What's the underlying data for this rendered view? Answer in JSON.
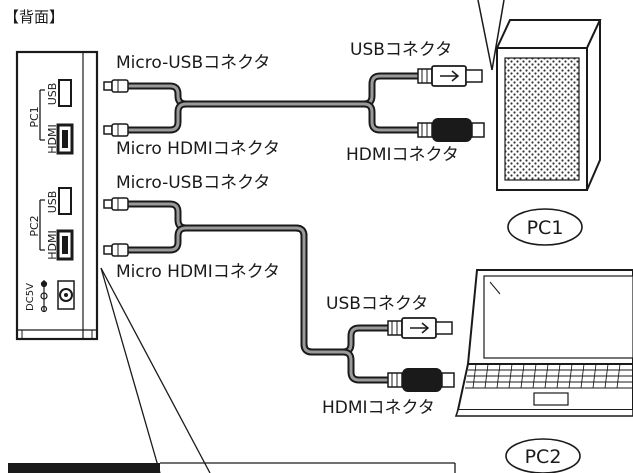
{
  "header": {
    "title": "【背面】"
  },
  "device": {
    "pc1_group": "PC1",
    "pc2_group": "PC2",
    "usb_port": "USB",
    "hdmi_port": "HDMI",
    "power_port": "DC5V"
  },
  "cable1": {
    "left_top": "Micro-USBコネクタ",
    "left_bottom": "Micro HDMIコネクタ",
    "right_top": "USBコネクタ",
    "right_bottom": "HDMIコネクタ"
  },
  "cable2": {
    "left_top": "Micro-USBコネクタ",
    "left_bottom": "Micro HDMIコネクタ",
    "right_top": "USBコネクタ",
    "right_bottom": "HDMIコネクタ"
  },
  "computers": {
    "tower_label": "PC1",
    "laptop_label": "PC2"
  },
  "colors": {
    "line": "#1a1a1a",
    "cable_fill": "#9a9a9a",
    "dark": "#222222"
  }
}
